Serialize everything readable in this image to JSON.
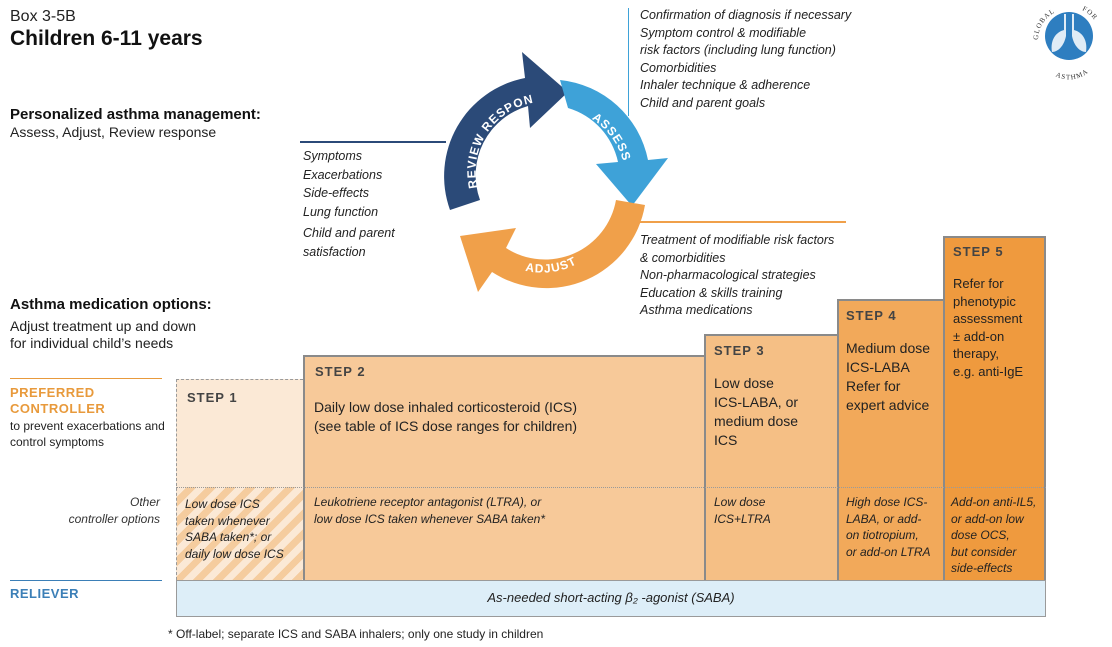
{
  "header": {
    "box_label": "Box 3-5B",
    "title": "Children 6-11 years"
  },
  "management": {
    "title": "Personalized asthma management:",
    "subtitle": "Assess, Adjust, Review response"
  },
  "cycle": {
    "review_label": "REVIEW RESPONSE",
    "assess_label": "ASSESS",
    "adjust_label": "ADJUST",
    "review_color": "#2b4a78",
    "assess_color": "#3ea2d8",
    "adjust_color": "#f0a04a"
  },
  "assess_items": [
    "Confirmation of diagnosis if necessary",
    "Symptom control & modifiable",
    "risk factors (including lung function)",
    "Comorbidities",
    "Inhaler technique & adherence",
    "Child and parent goals"
  ],
  "review_items": [
    "Symptoms",
    "Exacerbations",
    "Side-effects",
    "Lung function",
    "Child and parent",
    "satisfaction"
  ],
  "adjust_items": [
    "Treatment of modifiable risk factors",
    "& comorbidities",
    "Non-pharmacological strategies",
    "Education & skills training",
    "Asthma medications"
  ],
  "medication": {
    "title": "Asthma medication options:",
    "subtitle": "Adjust treatment up and down for individual child’s needs"
  },
  "rows": {
    "preferred_title_1": "PREFERRED",
    "preferred_title_2": "CONTROLLER",
    "preferred_sub": "to prevent exacerbations and control symptoms",
    "other_label_1": "Other",
    "other_label_2": "controller options",
    "reliever_label": "RELIEVER",
    "reliever_text": "As-needed short-acting β₂ -agonist (SABA)"
  },
  "steps": [
    {
      "head": "STEP 1",
      "body": [],
      "other": [
        "Low dose ICS",
        "taken whenever",
        "SABA taken*; or",
        "daily low dose ICS"
      ]
    },
    {
      "head": "STEP 2",
      "body": [
        "Daily low dose inhaled corticosteroid (ICS)",
        "(see table of ICS dose ranges for children)"
      ],
      "other": [
        "Leukotriene receptor antagonist (LTRA), or",
        "low dose ICS taken whenever SABA taken*"
      ]
    },
    {
      "head": "STEP 3",
      "body": [
        "Low dose",
        "ICS-LABA, or",
        "medium dose",
        "ICS"
      ],
      "other": [
        "Low dose",
        "ICS+LTRA"
      ]
    },
    {
      "head": "STEP 4",
      "body": [
        "Medium dose",
        "ICS-LABA",
        "Refer for",
        "expert advice"
      ],
      "other": [
        "High dose ICS-",
        "LABA, or add-",
        "on tiotropium,",
        "or add-on LTRA"
      ]
    },
    {
      "head": "STEP 5",
      "body": [
        "Refer for",
        "phenotypic",
        "assessment",
        "± add-on",
        "therapy,",
        "e.g. anti-IgE"
      ],
      "other": [
        "Add-on anti-IL5,",
        "or add-on low",
        "dose OCS,",
        "but consider",
        "side-effects"
      ]
    }
  ],
  "footnote": "* Off-label; separate ICS and SABA inhalers; only one study in children",
  "logo": {
    "text_top": "GLOBAL",
    "text_right": "FOR",
    "text_bottom": "ASTHMA"
  },
  "colors": {
    "step1": "#fbe9d6",
    "step2": "#f7c999",
    "step3": "#f5bf85",
    "step4": "#f2a95a",
    "step5": "#ef9a3e",
    "reliever": "#ddeef8",
    "border": "#8a8a8a",
    "preferred_title": "#e89a3c",
    "reliever_title": "#3b7fb7"
  }
}
